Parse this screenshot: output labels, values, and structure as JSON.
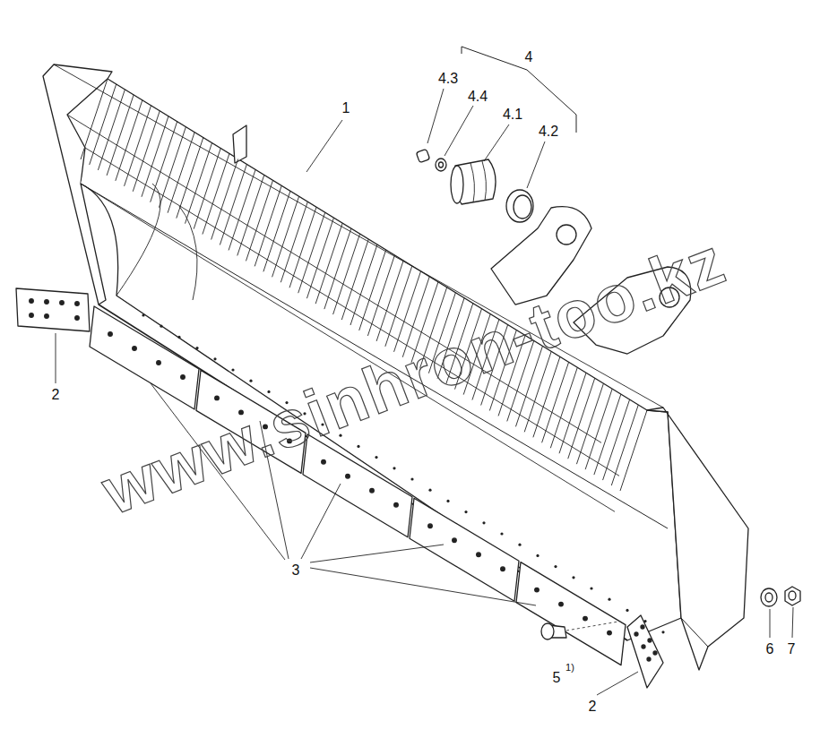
{
  "diagram": {
    "labels": [
      "4",
      "4.3",
      "4.4",
      "4.1",
      "4.2",
      "1",
      "2",
      "3",
      "5",
      "1)",
      "6",
      "7",
      "2",
      "www.sinhron-too.kz"
    ]
  }
}
